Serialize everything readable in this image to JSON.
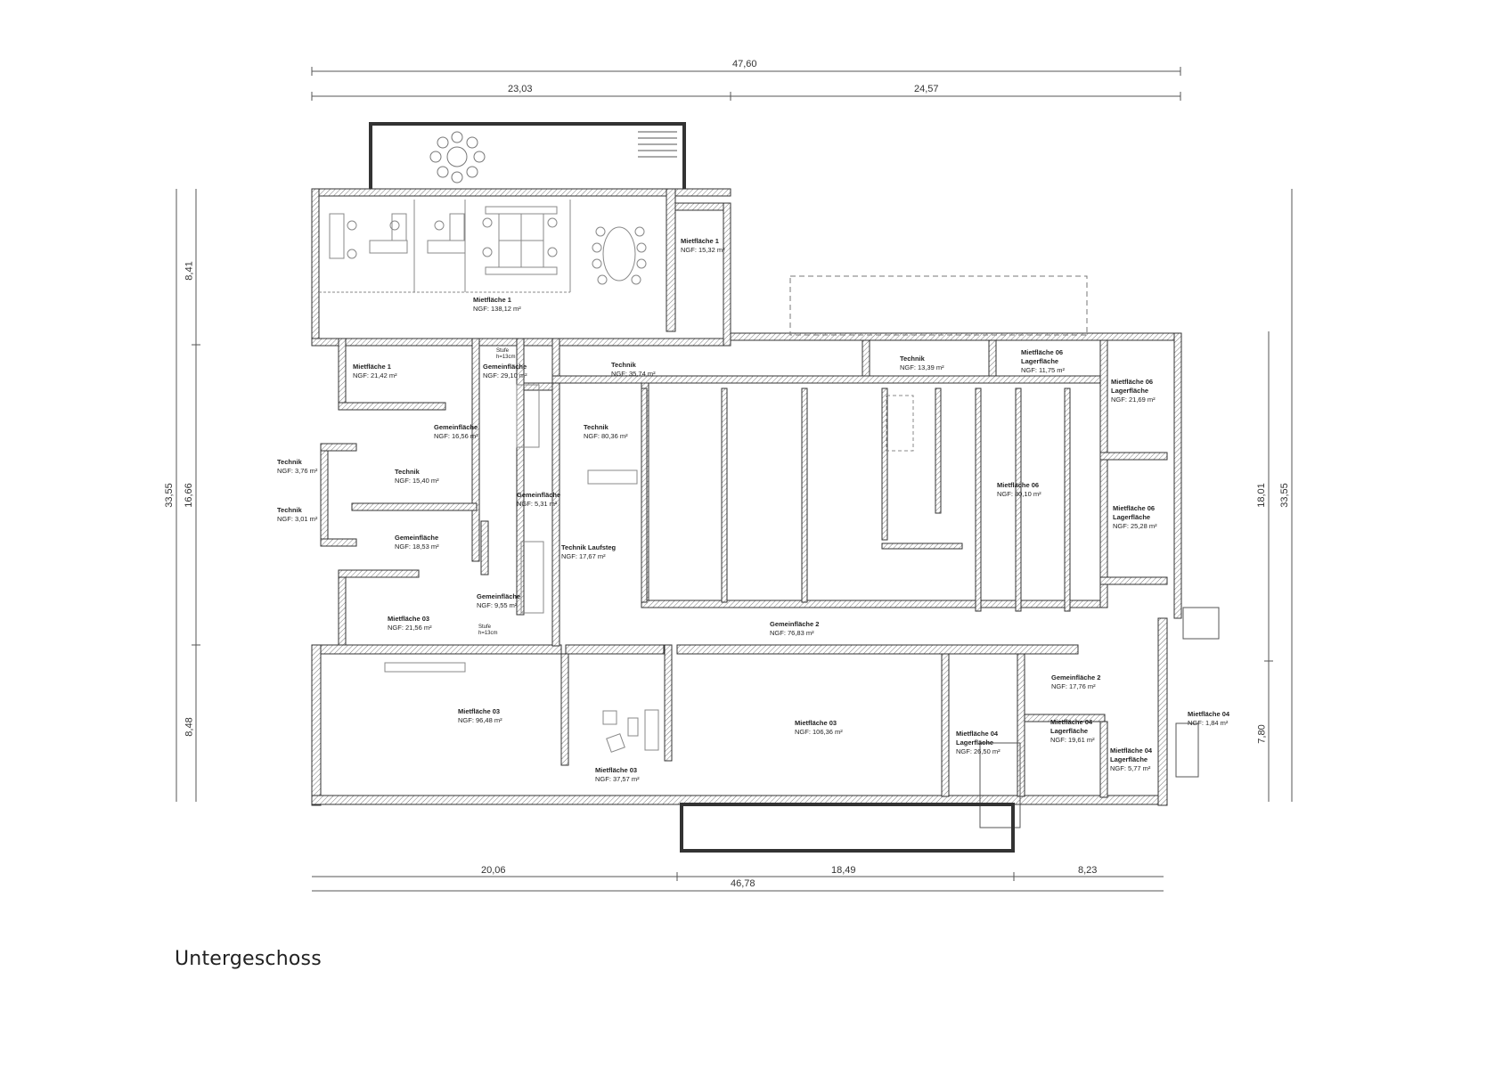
{
  "drawing": {
    "title": "Untergeschoss",
    "dimensions": {
      "top_total": "47,60",
      "top_left": "23,03",
      "top_right": "24,57",
      "bottom_left": "20,06",
      "bottom_mid": "18,49",
      "bottom_right": "8,23",
      "bottom_total": "46,78",
      "left_total": "33,55",
      "left_top": "8,41",
      "left_mid": "16,66",
      "left_bottom": "8,48",
      "right_upper": "18,01",
      "right_total": "33,55",
      "right_lower": "7,80"
    },
    "rooms": [
      {
        "name": "Mietfläche 1",
        "sub": "",
        "area": "NGF: 138,12 m²"
      },
      {
        "name": "Mietfläche 1",
        "sub": "",
        "area": "NGF: 15,32 m²"
      },
      {
        "name": "Mietfläche 1",
        "sub": "",
        "area": "NGF: 21,42 m²"
      },
      {
        "name": "Gemeinfläche",
        "sub": "",
        "area": "NGF: 29,10 m²"
      },
      {
        "name": "Technik",
        "sub": "",
        "area": "NGF: 35,74 m²"
      },
      {
        "name": "Technik",
        "sub": "",
        "area": "NGF: 13,39 m²"
      },
      {
        "name": "Mietfläche 06",
        "sub": "Lagerfläche",
        "area": "NGF: 11,75 m²"
      },
      {
        "name": "Mietfläche 06",
        "sub": "Lagerfläche",
        "area": "NGF: 21,69 m²"
      },
      {
        "name": "Gemeinfläche",
        "sub": "",
        "area": "NGF: 16,56 m²"
      },
      {
        "name": "Technik",
        "sub": "",
        "area": "NGF: 80,36 m²"
      },
      {
        "name": "Technik",
        "sub": "",
        "area": "NGF: 3,76 m²"
      },
      {
        "name": "Technik",
        "sub": "",
        "area": "NGF: 15,40 m²"
      },
      {
        "name": "Gemeinfläche",
        "sub": "",
        "area": "NGF: 5,31 m²"
      },
      {
        "name": "Mietfläche 06",
        "sub": "",
        "area": "NGF: 80,10 m²"
      },
      {
        "name": "Mietfläche 06",
        "sub": "Lagerfläche",
        "area": "NGF: 25,28 m²"
      },
      {
        "name": "Technik",
        "sub": "",
        "area": "NGF: 3,01 m²"
      },
      {
        "name": "Gemeinfläche",
        "sub": "",
        "area": "NGF: 18,53 m²"
      },
      {
        "name": "Technik Laufsteg",
        "sub": "",
        "area": "NGF:     17,67 m²"
      },
      {
        "name": "Gemeinfläche",
        "sub": "",
        "area": "NGF:  9,55 m²"
      },
      {
        "name": "Mietfläche 03",
        "sub": "",
        "area": "NGF: 21,56 m²"
      },
      {
        "name": "Gemeinfläche 2",
        "sub": "",
        "area": "NGF:   76,83 m²"
      },
      {
        "name": "Gemeinfläche 2",
        "sub": "",
        "area": "NGF:   17,76 m²"
      },
      {
        "name": "Mietfläche 03",
        "sub": "",
        "area": "NGF: 96,48 m²"
      },
      {
        "name": "Mietfläche 03",
        "sub": "",
        "area": "NGF: 106,36 m²"
      },
      {
        "name": "Mietfläche 04",
        "sub": "Lagerfläche",
        "area": "NGF: 26,50 m²"
      },
      {
        "name": "Mietfläche 04",
        "sub": "Lagerfläche",
        "area": "NGF: 19,61 m²"
      },
      {
        "name": "Mietfläche 04",
        "sub": "",
        "area": "NGF: 1,84 m²"
      },
      {
        "name": "Mietfläche 04",
        "sub": "Lagerfläche",
        "area": "NGF: 5,77 m²"
      },
      {
        "name": "Mietfläche 03",
        "sub": "",
        "area": "NGF: 37,57 m²"
      }
    ],
    "step_notes": [
      {
        "text1": "Stufe",
        "text2": "h=13cm"
      },
      {
        "text1": "Stufe",
        "text2": "h=13cm"
      }
    ]
  }
}
